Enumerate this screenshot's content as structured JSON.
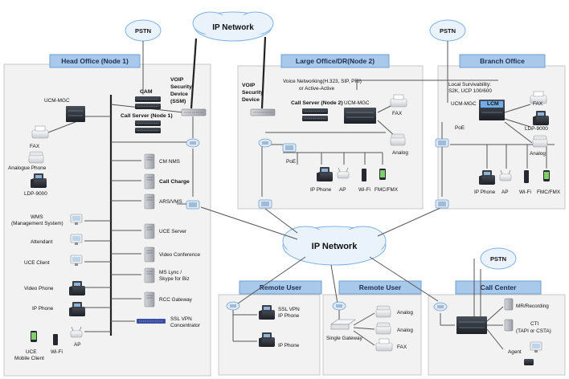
{
  "clouds": {
    "ip_network_top": "IP Network",
    "ip_network_center": "IP Network",
    "pstn_left": "PSTN",
    "pstn_mid": "PSTN",
    "pstn_call_center": "PSTN"
  },
  "head_office": {
    "title": "Head Office (Node 1)",
    "ucm_mgc": "UCM-MGC",
    "cam": "CAM",
    "call_server": "Call Server (Node 1)",
    "voip_security": [
      "VOIP",
      "Security",
      "Device",
      "(SSM)"
    ],
    "fax": "FAX",
    "analogue_phone": "Analogue Phone",
    "ldp_9000": "LDP-9000",
    "servers": {
      "cm_nms": "CM NMS",
      "call_charge": "Call Charge",
      "ars_vms": "ARS/VMS",
      "uce_server": "UCE Server",
      "video_conference": "Video Conference",
      "ms_lync": [
        "MS Lync /",
        "Skype for Biz"
      ],
      "rcc_gateway": "RCC Gateway",
      "ssl_vpn": [
        "SSL VPN",
        "Concentrator"
      ]
    },
    "clients": {
      "wms": [
        "WMS",
        "(Management System)"
      ],
      "attendant": "Attendant",
      "uce_client": "UCE Client",
      "video_phone": "Video Phone",
      "ip_phone": "IP Phone",
      "uce_mobile": [
        "UCE",
        "Mobile Client"
      ],
      "wifi": "Wi-Fi",
      "ap": "AP"
    }
  },
  "large_office": {
    "title": "Large Office/DR(Node 2)",
    "voip_security": [
      "VOIP",
      "Security",
      "Device"
    ],
    "voice_networking": [
      "Voice Networking(H.323, SIP, PRI)",
      "or Active-Active"
    ],
    "call_server": "Call Server (Node 2)",
    "ucm_mgc": "UCM-MGC",
    "fax": "FAX",
    "analog": "Analog",
    "poe": "PoE",
    "ip_phone": "IP Phone",
    "ap": "AP",
    "wifi": "Wi-Fi",
    "fmc": "FMC/FMX"
  },
  "branch_office": {
    "title": "Branch Office",
    "local_survivability": [
      "Local Survivability:",
      "S2K, UCP 100/600"
    ],
    "ucm_mgc": "UCM-MGC",
    "lcm": "LCM",
    "fax": "FAX",
    "ldp_9000": "LDP-9000",
    "analog": "Analog",
    "poe": "PoE",
    "ip_phone": "IP Phone",
    "ap": "AP",
    "wifi": "Wi-Fi",
    "fmc": "FMC/FMX"
  },
  "remote_user_1": {
    "title": "Remote User",
    "ssl_vpn_phone": [
      "SSL VPN",
      "IP Phone"
    ],
    "ip_phone": "IP Phone"
  },
  "remote_user_2": {
    "title": "Remote User",
    "single_gateway": "Single Gateway",
    "analog_1": "Analog",
    "analog_2": "Analog",
    "fax": "FAX"
  },
  "call_center": {
    "title": "Call Center",
    "mr_recording": "MR/Recording",
    "cti": [
      "CTI",
      "(TAPI or CSTA)"
    ],
    "agent": "Agent"
  },
  "colors": {
    "panel": "#f2f2f2",
    "header": "#a9c9ea",
    "cloud": "#eaf3fc",
    "device_dark": "#2b2f36"
  }
}
